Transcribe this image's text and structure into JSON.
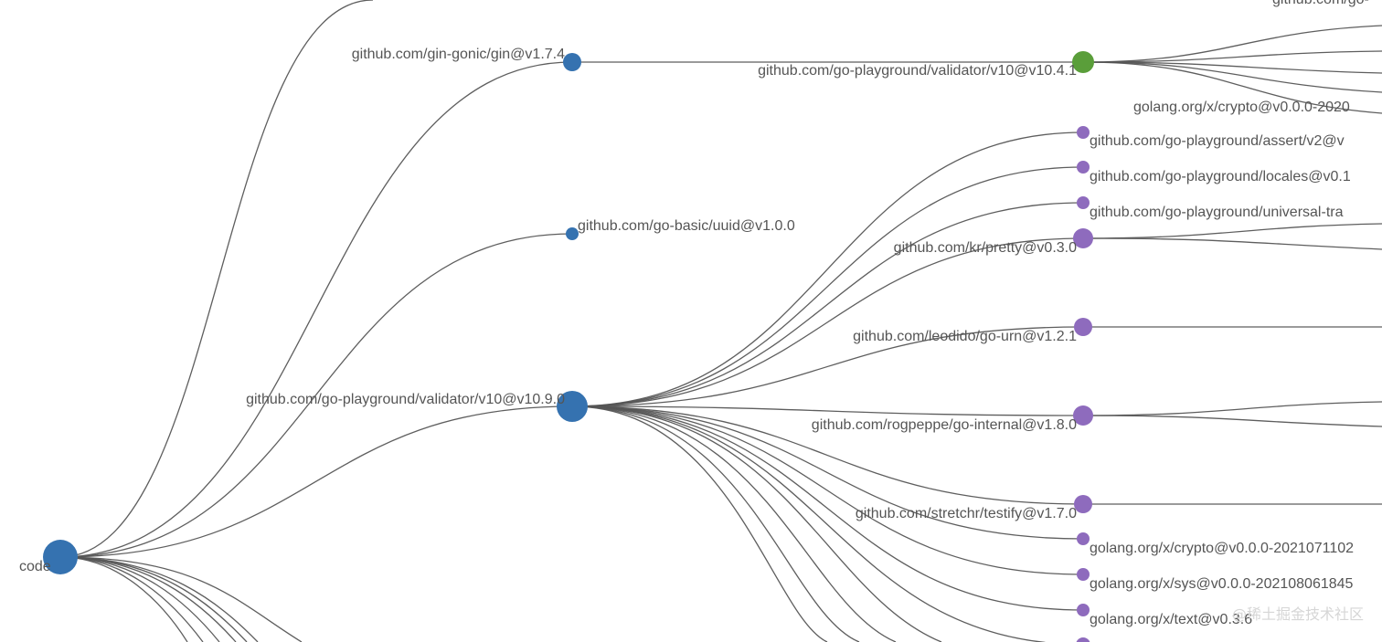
{
  "colors": {
    "level1": "#3572b0",
    "level2": "#5a9e3a",
    "level3": "#8e6bbd",
    "edge": "#555555",
    "label": "#555555"
  },
  "nodes": {
    "root": {
      "label": "code"
    },
    "gin": {
      "label": "github.com/gin-gonic/gin@v1.7.4"
    },
    "uuid": {
      "label": "github.com/go-basic/uuid@v1.0.0"
    },
    "validator_v10_9": {
      "label": "github.com/go-playground/validator/v10@v10.9.0"
    },
    "validator_v10_4": {
      "label": "github.com/go-playground/validator/v10@v10.4.1"
    },
    "top_cut": {
      "label": "github.com/go-"
    },
    "crypto_2020": {
      "label": "golang.org/x/crypto@v0.0.0-2020"
    },
    "assert": {
      "label": "github.com/go-playground/assert/v2@v"
    },
    "locales": {
      "label": "github.com/go-playground/locales@v0.1"
    },
    "universal": {
      "label": "github.com/go-playground/universal-tra"
    },
    "pretty": {
      "label": "github.com/kr/pretty@v0.3.0"
    },
    "urn": {
      "label": "github.com/leodido/go-urn@v1.2.1"
    },
    "internal": {
      "label": "github.com/rogpeppe/go-internal@v1.8.0"
    },
    "testify": {
      "label": "github.com/stretchr/testify@v1.7.0"
    },
    "crypto_2021": {
      "label": "golang.org/x/crypto@v0.0.0-2021071102"
    },
    "sys": {
      "label": "golang.org/x/sys@v0.0.0-202108061845"
    },
    "text": {
      "label": "golang.org/x/text@v0.3.6"
    }
  },
  "watermark": "@稀土掘金技术社区"
}
